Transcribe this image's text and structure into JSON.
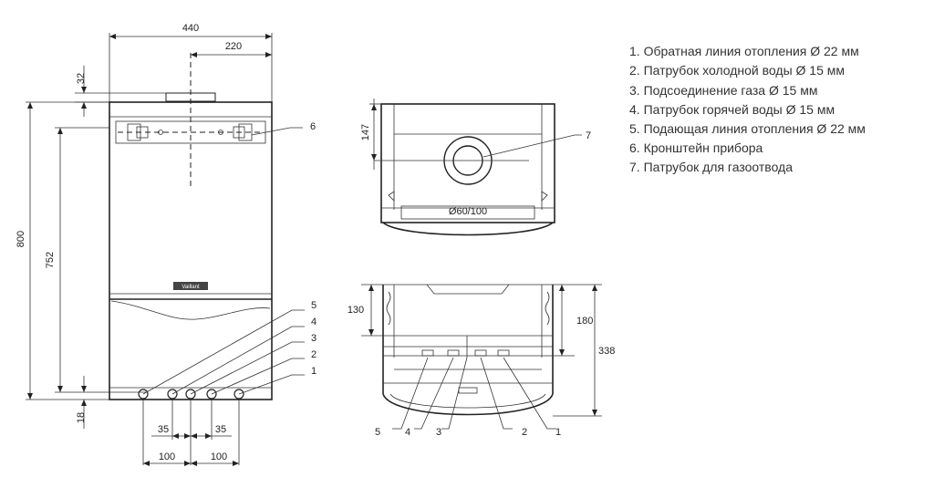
{
  "dimensions": {
    "width_440": "440",
    "half_220": "220",
    "top_32": "32",
    "height_800": "800",
    "height_752": "752",
    "bottom_18": "18",
    "pitch_35_left": "35",
    "pitch_35_right": "35",
    "pitch_100_left": "100",
    "pitch_100_right": "100",
    "depth_147": "147",
    "flue_dia": "Ø60/100",
    "bottom_130": "130",
    "bottom_180": "180",
    "bottom_338": "338"
  },
  "callouts": {
    "front": [
      "5",
      "4",
      "3",
      "2",
      "1"
    ],
    "bracket": "6",
    "flue": "7",
    "bottom": [
      "5",
      "4",
      "3",
      "2",
      "1"
    ]
  },
  "legend": [
    "1.  Обратная линия отопления Ø 22 мм",
    "2. Патрубок холодной воды Ø 15 мм",
    "3. Подсоединение газа Ø 15 мм",
    "4. Патрубок горячей воды Ø 15 мм",
    "5. Подающая линия отопления Ø 22 мм",
    "6. Кронштейн прибора",
    "7. Патрубок для газоотвода"
  ],
  "brand_plate": "Vaillant"
}
